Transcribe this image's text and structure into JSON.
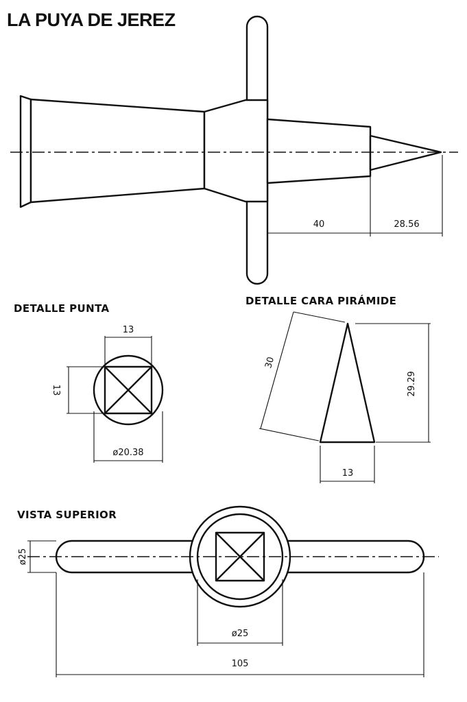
{
  "title": "LA PUYA DE JEREZ",
  "sections": {
    "detalle_punta": "DETALLE PUNTA",
    "detalle_cara": "DETALLE CARA PIRÁMIDE",
    "vista_superior": "VISTA SUPERIOR"
  },
  "dimensions": {
    "side_length": "40",
    "side_tip": "28.56",
    "punta_width": "13",
    "punta_height": "13",
    "punta_diameter": "ø20.38",
    "cara_slant": "30",
    "cara_height": "29.29",
    "cara_base": "13",
    "sup_height": "ø25",
    "sup_diameter": "ø25",
    "sup_length": "105"
  }
}
